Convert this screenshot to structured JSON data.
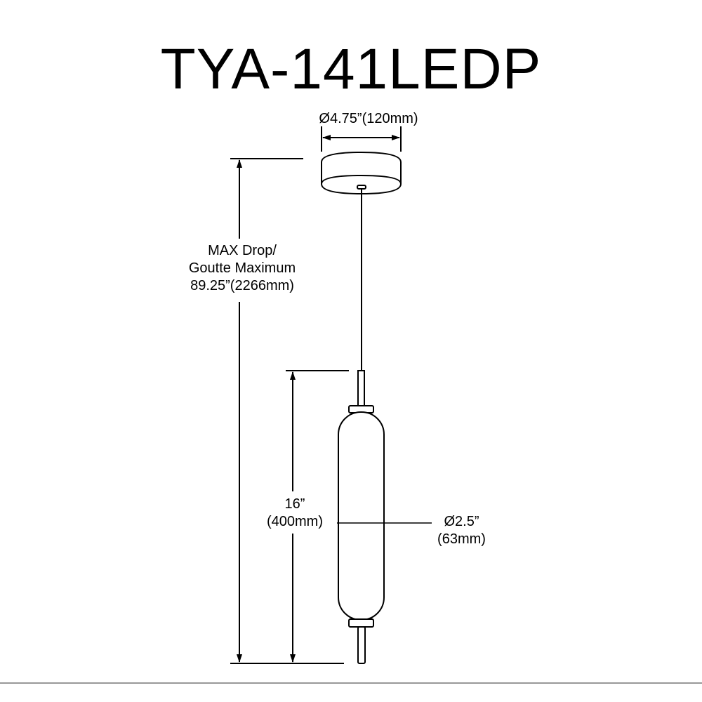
{
  "title": "TYA-141LEDP",
  "canopy_diameter": "Ø4.75”(120mm)",
  "max_drop": {
    "line1": "MAX Drop/",
    "line2": "Goutte Maximum",
    "line3": "89.25”(2266mm)"
  },
  "height": {
    "line1": "16”",
    "line2": "(400mm)"
  },
  "shade_diameter": {
    "line1": "Ø2.5”",
    "line2": "(63mm)"
  }
}
